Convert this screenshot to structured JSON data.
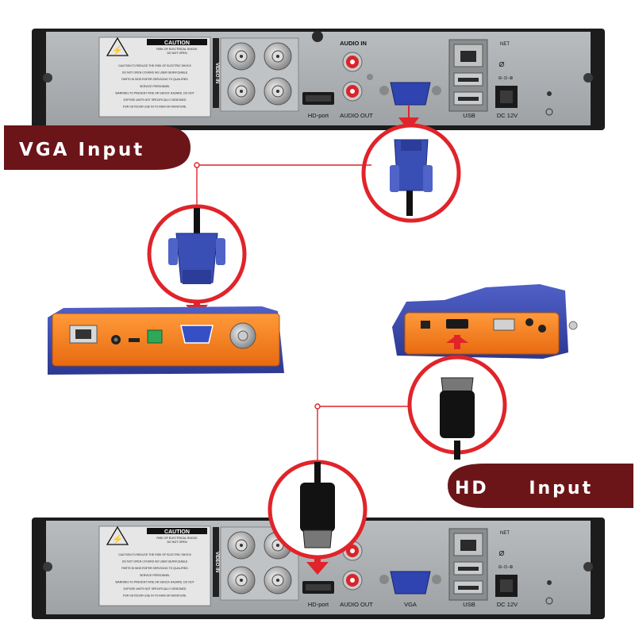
{
  "labels": {
    "vga_input": "VGA Input",
    "hd_input": "HD Input"
  },
  "dvr_top": {
    "caution_title": "CAUTION",
    "caution_sub1": "RISK OF ELECTRICAL SHOCK",
    "caution_sub2": "DO NOT OPEN",
    "caution_lines": [
      "CAUTION:TO REDUCE THE RISK OF ELECTRIC SHOCK",
      "DO NOT OPEN COVERS NO USER SERVICEABLE",
      "PARTS IN SIDE.ROFER SERVICING TO QUALIFIED",
      "SERVICE PERSONNEL",
      "WARNING:TO PREVENT FIRE OR SHOCK HAZARD, DO NOT",
      "EXPOSE UNITS NOT SPECIFICALLY DESIGNED",
      "FOR OUTDOOR USE IN TO RAIN OR MOISTURE."
    ],
    "video_in": "VIDEO IN",
    "audio_in": "AUDIO IN",
    "audio_out": "AUDIO OUT",
    "hd_port": "HD-port",
    "usb": "USB",
    "net": "NET",
    "dc": "DC 12V"
  },
  "dvr_bottom": {
    "caution_title": "CAUTION",
    "caution_sub1": "RISK OF ELECTRICAL SHOCK",
    "caution_sub2": "DO NOT OPEN",
    "caution_lines": [
      "CAUTION:TO REDUCE THE RISK OF ELECTRIC SHOCK",
      "DO NOT OPEN COVERS NO USER SERVICEABLE",
      "PARTS IN SIDE.ROFER SERVICING TO QUALIFIED",
      "SERVICE PERSONNEL",
      "WARNING:TO PREVENT FIRE OR SHOCK HAZARD, DO NOT",
      "EXPOSE UNITS NOT SPECIFICALLY DESIGNED",
      "FOR OUTDOOR USE IN TO RAIN OR MOISTURE."
    ],
    "video_in": "VIDEO IN",
    "audio_out": "AUDIO OUT",
    "hd_port": "HD-port",
    "vga": "VGA",
    "usb": "USB",
    "net": "NET",
    "dc": "DC 12V"
  },
  "colors": {
    "pill": "#6b1519",
    "callout": "#e0242a",
    "device_blue": "#3c4bb0",
    "device_orange": "#f07a1c",
    "vga_blue": "#3a4fb5",
    "panel": "#a9adb0",
    "chassis": "#1e1e1e"
  }
}
